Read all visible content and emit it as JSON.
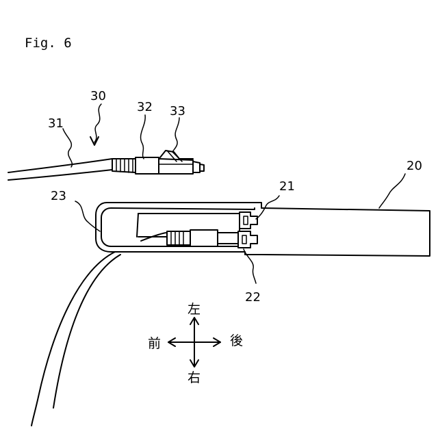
{
  "figure": {
    "title": "Fig. 6"
  },
  "labels": {
    "l30": "30",
    "l31": "31",
    "l32": "32",
    "l33": "33",
    "l20": "20",
    "l21": "21",
    "l22": "22",
    "l23": "23"
  },
  "directions": {
    "up": "左",
    "down": "右",
    "left": "前",
    "right": "後"
  }
}
